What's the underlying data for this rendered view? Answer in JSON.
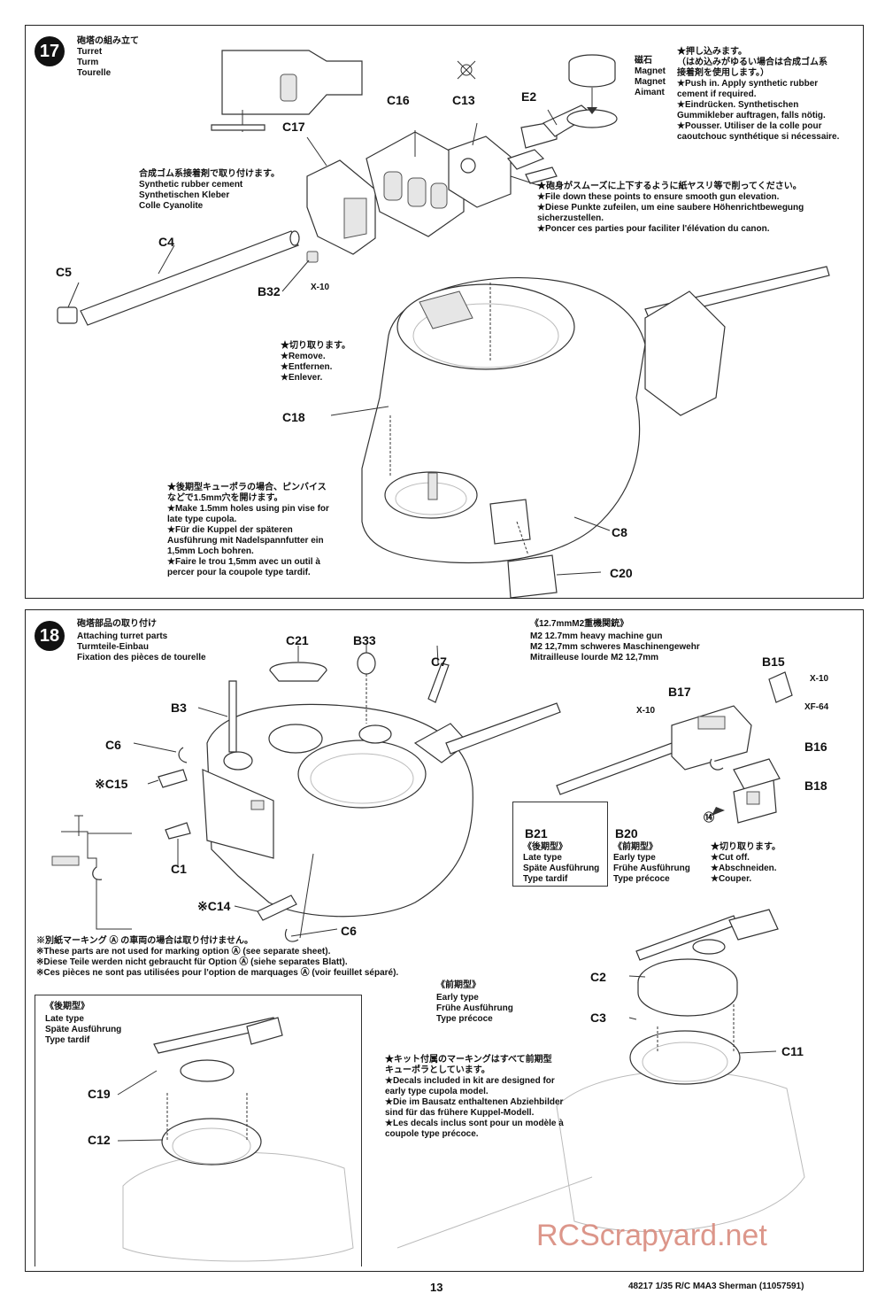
{
  "step17": {
    "number": "17",
    "title_lines": [
      "砲塔の組み立て",
      "Turret",
      "Turm",
      "Tourelle"
    ],
    "parts": [
      "C16",
      "C13",
      "E2",
      "C17",
      "C4",
      "C5",
      "B32",
      "C18",
      "C8",
      "C20"
    ],
    "x10": "X-10",
    "magnet_labels": [
      "磁石",
      "Magnet",
      "Magnet",
      "Aimant"
    ],
    "magnet_note": [
      "★押し込みます。",
      "（はめ込みがゆるい場合は合成ゴム系",
      "接着剤を使用します。）",
      "★Push in. Apply synthetic rubber",
      "cement if required.",
      "★Eindrücken. Synthetischen",
      "Gummikleber auftragen, falls nötig.",
      "★Pousser. Utiliser de la colle pour",
      "caoutchouc synthétique si nécessaire."
    ],
    "file_note": [
      "★砲身がスムーズに上下するように紙ヤスリ等で削ってください。",
      "★File down these points to ensure smooth gun elevation.",
      "★Diese Punkte zufeilen, um eine saubere Höhenrichtbewegung",
      "sicherzustellen.",
      "★Poncer ces parties pour faciliter l'élévation du canon."
    ],
    "cement_note": [
      "合成ゴム系接着剤で取り付けます。",
      "Synthetic rubber cement",
      "Synthetischen Kleber",
      "Colle Cyanolite"
    ],
    "remove_note": [
      "★切り取ります。",
      "★Remove.",
      "★Entfernen.",
      "★Enlever."
    ],
    "cupola_note": [
      "★後期型キューポラの場合、ピンバイス",
      "などで1.5mm穴を開けます。",
      "★Make 1.5mm holes using pin vise for",
      "late type cupola.",
      "★Für die Kuppel der späteren",
      "Ausführung mit Nadelspannfutter ein",
      "1,5mm Loch bohren.",
      "★Faire le trou 1,5mm avec un outil à",
      "percer pour la coupole type tardif."
    ]
  },
  "step18": {
    "number": "18",
    "title_lines": [
      "砲塔部品の取り付け",
      "Attaching turret parts",
      "Turmteile-Einbau",
      "Fixation des pièces de tourelle"
    ],
    "parts": [
      "C21",
      "B33",
      "C7",
      "B3",
      "C6",
      "※C15",
      "C1",
      "※C14",
      "C6"
    ],
    "mg_title": [
      "《12.7mmM2重機関銃》",
      "M2 12.7mm heavy machine gun",
      "M2 12,7mm schweres Maschinengewehr",
      "Mitrailleuse lourde M2 12,7mm"
    ],
    "mg_parts": [
      "B15",
      "B17",
      "B16",
      "B18"
    ],
    "x10a": "X-10",
    "x10b": "X-10",
    "xf64": "XF-64",
    "ref14": "⑭",
    "b21": {
      "part": "B21",
      "lines": [
        "《後期型》",
        "Late type",
        "Späte Ausführung",
        "Type tardif"
      ]
    },
    "b20": {
      "part": "B20",
      "lines": [
        "《前期型》",
        "Early type",
        "Frühe Ausführung",
        "Type précoce"
      ]
    },
    "cut_note": [
      "★切り取ります。",
      "★Cut off.",
      "★Abschneiden.",
      "★Couper."
    ],
    "option_note": [
      "※別紙マーキング Ⓐ の車両の場合は取り付けません。",
      "※These parts are not used for marking option Ⓐ (see separate sheet).",
      "※Diese Teile werden nicht gebraucht für Option Ⓐ (siehe separates Blatt).",
      "※Ces pièces ne sont pas utilisées pour l'option de marquages Ⓐ (voir feuillet séparé)."
    ],
    "late_title": [
      "《後期型》",
      "Late type",
      "Späte Ausführung",
      "Type tardif"
    ],
    "late_parts": [
      "C19",
      "C12"
    ],
    "early_title": [
      "《前期型》",
      "Early type",
      "Frühe Ausführung",
      "Type précoce"
    ],
    "early_parts": [
      "C2",
      "C3",
      "C11"
    ],
    "decal_note": [
      "★キット付属のマーキングはすべて前期型",
      "キューポラとしています。",
      "★Decals included in kit are designed for",
      "early type cupola model.",
      "★Die im Bausatz enthaltenen Abziehbilder",
      "sind für das frühere Kuppel-Modell.",
      "★Les decals inclus sont pour un modèle à",
      "coupole type précoce."
    ]
  },
  "footer": {
    "page": "13",
    "product": "48217 1/35 R/C M4A3 Sherman (11057591)"
  },
  "watermark": "RCScrapyard.net"
}
